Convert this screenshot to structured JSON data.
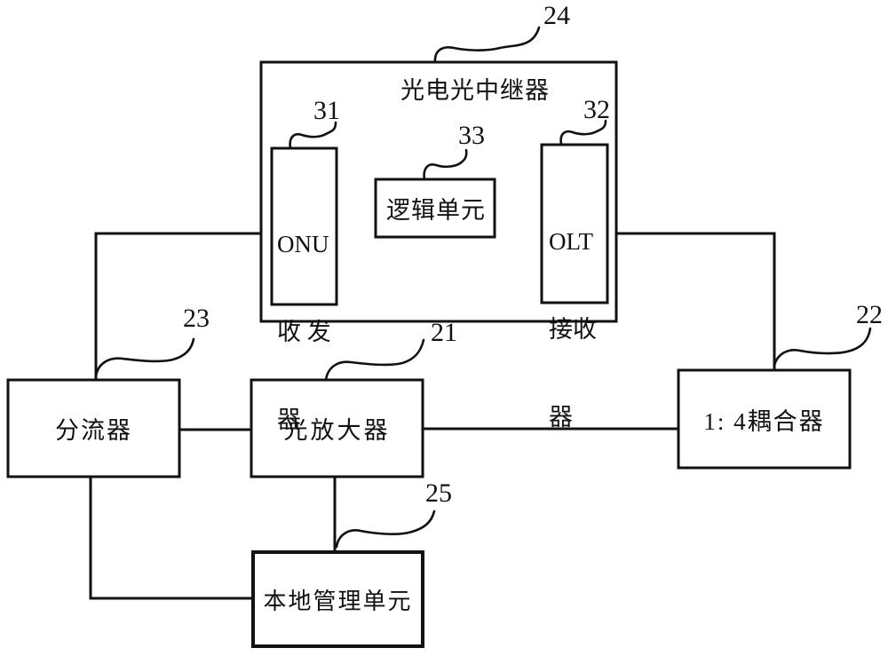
{
  "figure": {
    "background_color": "#ffffff",
    "line_color": "#111111"
  },
  "repeater": {
    "label": "光电光中继器",
    "ref": "24",
    "onu": {
      "line1": "ONU",
      "line2": "收 发",
      "line3": "器",
      "ref": "31"
    },
    "logic": {
      "label": "逻辑单元",
      "ref": "33"
    },
    "olt": {
      "line1": "OLT",
      "line2": "接收",
      "line3": "器",
      "ref": "32"
    }
  },
  "splitter": {
    "label": "分流器",
    "ref": "23"
  },
  "amplifier": {
    "label": "光放大器",
    "ref": "21"
  },
  "coupler": {
    "label": "1: 4耦合器",
    "ref": "22"
  },
  "local_mgmt": {
    "label": "本地管理单元",
    "ref": "25"
  }
}
